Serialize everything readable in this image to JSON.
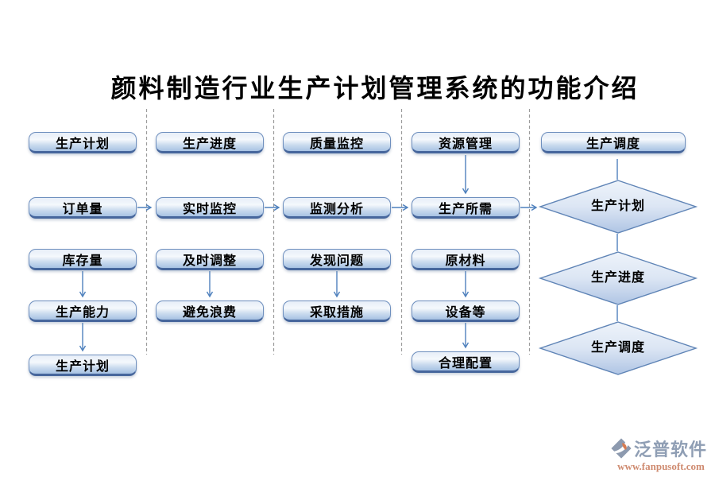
{
  "title": "颜料制造行业生产计划管理系统的功能介绍",
  "flow": {
    "columns": [
      {
        "boxes": [
          "生产计划",
          "订单量",
          "库存量",
          "生产能力",
          "生产计划"
        ]
      },
      {
        "boxes": [
          "生产进度",
          "实时监控",
          "及时调整",
          "避免浪费"
        ]
      },
      {
        "boxes": [
          "质量监控",
          "监测分析",
          "发现问题",
          "采取措施"
        ]
      },
      {
        "boxes": [
          "资源管理",
          "生产所需",
          "原材料",
          "设备等",
          "合理配置"
        ]
      }
    ],
    "scheduling": {
      "header": "生产调度",
      "diamonds": [
        "生产计划",
        "生产进度",
        "生产调度"
      ]
    }
  },
  "watermark": {
    "brand": "泛普软件",
    "site": "www.fanpusoft.com"
  },
  "colors": {
    "arrow": "#4f81bd",
    "box_border": "#6e8fbe",
    "box_bottom_edge": "#46669c",
    "box_fill_top": "#e7eef8",
    "box_fill_bottom": "#a7c2e3",
    "dashed_line": "#9c9c9c",
    "title_text": "#000000",
    "brand_text": "#8a99b0",
    "brand_url": "#cd8569"
  }
}
